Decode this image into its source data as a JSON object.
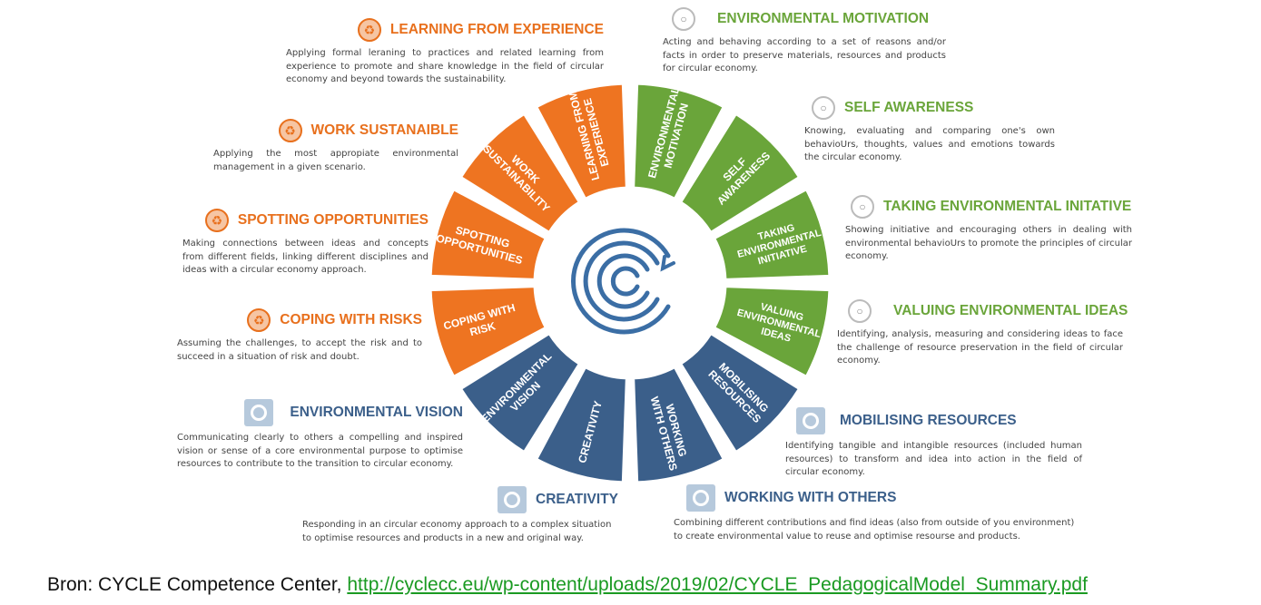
{
  "segments": [
    {
      "id": "learning-from-experience",
      "lines": [
        "LEARNING FROM",
        "EXPERIENCE"
      ],
      "color": "#ee7421"
    },
    {
      "id": "environmental-motivation",
      "lines": [
        "ENVIRONMENTAL",
        "MOTIVATION"
      ],
      "color": "#6aa53a"
    },
    {
      "id": "self-awareness",
      "lines": [
        "SELF",
        "AWARENESS"
      ],
      "color": "#6aa53a"
    },
    {
      "id": "taking-environmental-initiative",
      "lines": [
        "TAKING",
        "ENVIRONMENTAL",
        "INITIATIVE"
      ],
      "color": "#6aa53a"
    },
    {
      "id": "valuing-environmental-ideas",
      "lines": [
        "VALUING",
        "ENVIRONMENTAL",
        "IDEAS"
      ],
      "color": "#6aa53a"
    },
    {
      "id": "mobilising-resources",
      "lines": [
        "MOBILISING",
        "RESOURCES"
      ],
      "color": "#3b5f8a"
    },
    {
      "id": "working-with-others",
      "lines": [
        "WORKING",
        "WITH OTHERS"
      ],
      "color": "#3b5f8a"
    },
    {
      "id": "creativity",
      "lines": [
        "CREATIVITY"
      ],
      "color": "#3b5f8a"
    },
    {
      "id": "environmental-vision",
      "lines": [
        "ENVIRONMENTAL",
        "VISION"
      ],
      "color": "#3b5f8a"
    },
    {
      "id": "coping-with-risk",
      "lines": [
        "COPING WITH",
        "RISK"
      ],
      "color": "#ee7421"
    },
    {
      "id": "spotting-opportunities",
      "lines": [
        "SPOTTING",
        "OPPORTUNITIES"
      ],
      "color": "#ee7421"
    },
    {
      "id": "work-sustainability",
      "lines": [
        "WORK",
        "SUSTAINABILITY"
      ],
      "color": "#ee7421"
    }
  ],
  "competences": {
    "learning": {
      "title": "LEARNING FROM EXPERIENCE",
      "desc": "Applying formal leraning to practices and related learning from experience to promote and share knowledge in the field of circular economy and beyond towards the sustainability."
    },
    "motivation": {
      "title": "ENVIRONMENTAL MOTIVATION",
      "desc": "Acting and behaving according to a set of reasons and/or facts in order to preserve materials, resources and products for circular economy."
    },
    "self": {
      "title": "SELF AWARENESS",
      "desc": "Knowing, evaluating and comparing one's own behavioUrs, thoughts, values and emotions towards the circular economy."
    },
    "initiative": {
      "title": "TAKING ENVIRONMENTAL INITATIVE",
      "desc": "Showing initiative and encouraging others in dealing with environmental behavioUrs to promote the principles of circular economy."
    },
    "valuing": {
      "title": "VALUING ENVIRONMENTAL  IDEAS",
      "desc": "Identifying, analysis, measuring and considering ideas to face the challenge of resource preservation in the field  of circular economy."
    },
    "mobilising": {
      "title": "MOBILISING RESOURCES",
      "desc": "Identifying tangible and intangible resources (included human resources) to transform and idea into action in the field of circular economy."
    },
    "working": {
      "title": "WORKING WITH OTHERS",
      "desc": "Combining different contributions  and find ideas  (also from outside of you environment) to create environmental value to reuse and optimise resourse and products."
    },
    "creativity": {
      "title": "CREATIVITY",
      "desc": "Responding in an circular economy approach to a complex situation to optimise resources  and products in  a new and original way."
    },
    "vision": {
      "title": "ENVIRONMENTAL VISION",
      "desc": "Communicating clearly to others a compelling and inspired vision or sense of a core environmental purpose to optimise resources to contribute to the transition to circular economy."
    },
    "coping": {
      "title": "COPING WITH RISKS",
      "desc": "Assuming the challenges, to accept the risk and to succeed in a situation of risk and doubt."
    },
    "spotting": {
      "title": "SPOTTING OPPORTUNITIES",
      "desc": "Making connections between ideas and concepts from different fields, linking different disciplines and ideas with a circular economy approach."
    },
    "work": {
      "title": "WORK SUSTANAIBLE",
      "desc": "Applying the most appropiate environmental management in a given scenario."
    }
  },
  "icons": {
    "orange": "recycle-icon",
    "gray": "lightbulb-icon",
    "blue": "circle-arrow-icon"
  },
  "source": {
    "prefix": "Bron: CYCLE Competence Center, ",
    "url": "http://cyclecc.eu/wp-content/uploads/2019/02/CYCLE_PedagogicalModel_Summary.pdf"
  }
}
